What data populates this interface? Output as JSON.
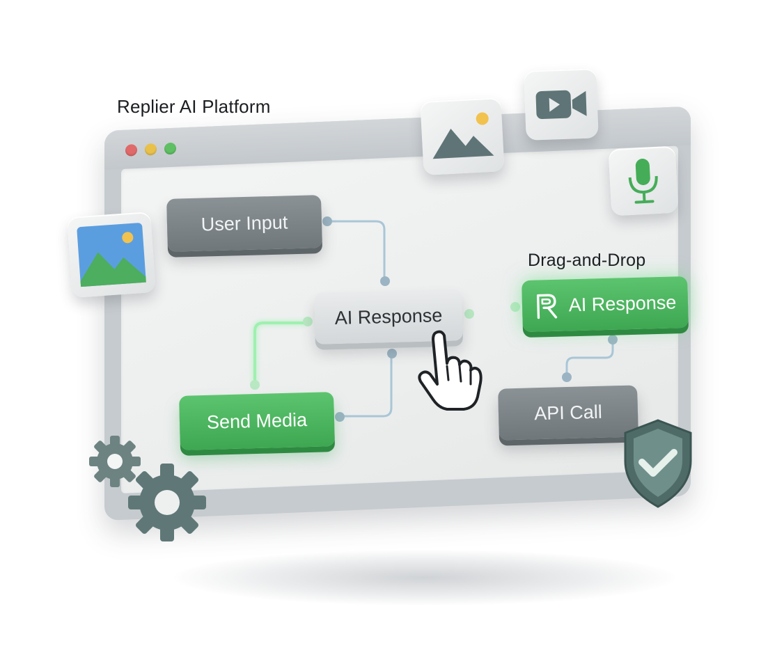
{
  "captions": {
    "platform_title": "Replier AI Platform",
    "drag_and_drop": "Drag-and-Drop"
  },
  "window": {
    "traffic_lights": [
      "#e06a6a",
      "#e9c14a",
      "#5fbf63"
    ]
  },
  "nodes": {
    "user_input": "User Input",
    "ai_response": "AI Response",
    "send_media": "Send Media",
    "ai_response_drag": "AI Response",
    "api_call": "API Call"
  },
  "icons": {
    "floating": [
      "image-icon",
      "video-camera-icon",
      "microphone-icon",
      "image-icon"
    ],
    "decor": [
      "pointing-hand-cursor-icon",
      "shield-check-icon",
      "gear-icon",
      "gear-icon"
    ]
  },
  "colors": {
    "accent_green": "#45ad58",
    "node_gray": "#7a8286",
    "wire": "#a9c6d6",
    "wire_glow": "#9ff0b0",
    "icon_slate": "#5f7476"
  }
}
